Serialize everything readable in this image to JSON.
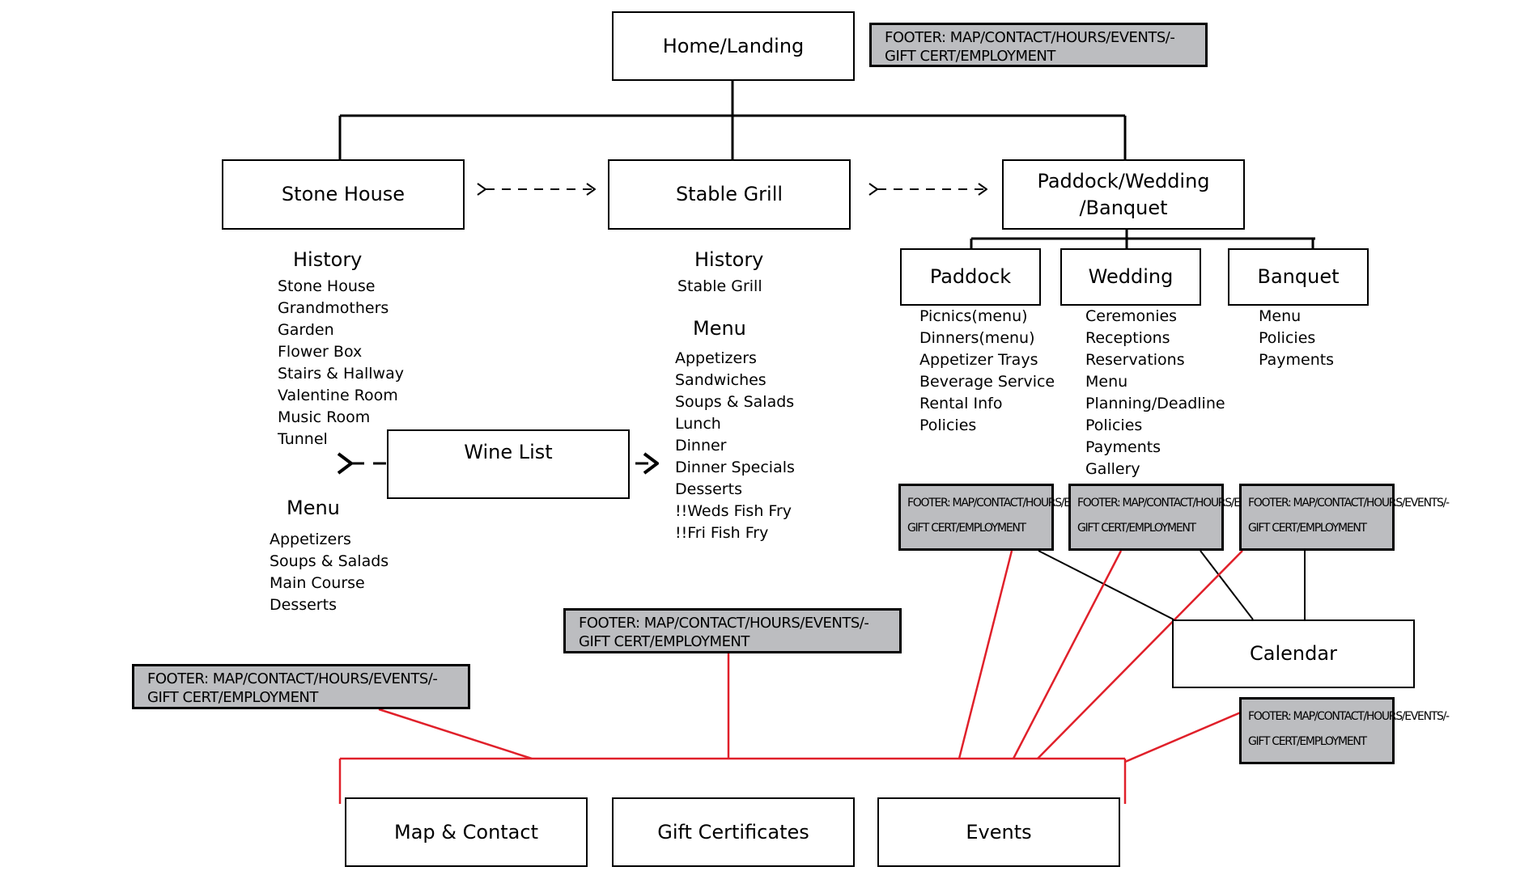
{
  "nodes": {
    "home": "Home/Landing",
    "stone_house": "Stone House",
    "stable_grill": "Stable Grill",
    "paddock_wedding_banquet": "Paddock/Wedding\n/Banquet",
    "paddock": "Paddock",
    "wedding": "Wedding",
    "banquet": "Banquet",
    "wine_list": "Wine List",
    "calendar": "Calendar",
    "map_contact": "Map & Contact",
    "gift_certificates": "Gift Certificates",
    "events": "Events"
  },
  "footer": {
    "line1": "FOOTER: MAP/CONTACT/HOURS/EVENTS/-",
    "line2": "GIFT CERT/EMPLOYMENT"
  },
  "stone_house": {
    "history_heading": "History",
    "history_items": [
      "Stone House",
      "Grandmothers",
      "Garden",
      "Flower Box",
      "Stairs & Hallway",
      "Valentine Room",
      "Music Room",
      "Tunnel"
    ],
    "menu_heading": "Menu",
    "menu_items": [
      "Appetizers",
      "Soups & Salads",
      "Main Course",
      "Desserts"
    ]
  },
  "stable_grill": {
    "history_heading": "History",
    "history_items": [
      "Stable Grill"
    ],
    "menu_heading": "Menu",
    "menu_items": [
      "Appetizers",
      "Sandwiches",
      "Soups & Salads",
      "Lunch",
      "Dinner",
      "Dinner Specials",
      "Desserts",
      "!!Weds Fish Fry",
      "!!Fri Fish Fry"
    ]
  },
  "paddock_items": [
    "Picnics(menu)",
    "Dinners(menu)",
    "Appetizer Trays",
    "Beverage Service",
    "Rental Info",
    "Policies"
  ],
  "wedding_items": [
    "Ceremonies",
    "Receptions",
    "Reservations",
    "Menu",
    "Planning/Deadline",
    "Policies",
    "Payments",
    "Gallery"
  ],
  "banquet_items": [
    "Menu",
    "Policies",
    "Payments"
  ],
  "colors": {
    "connector": "#000000",
    "footer_link": "#e0202a",
    "footer_fill": "#bcbdc0"
  }
}
